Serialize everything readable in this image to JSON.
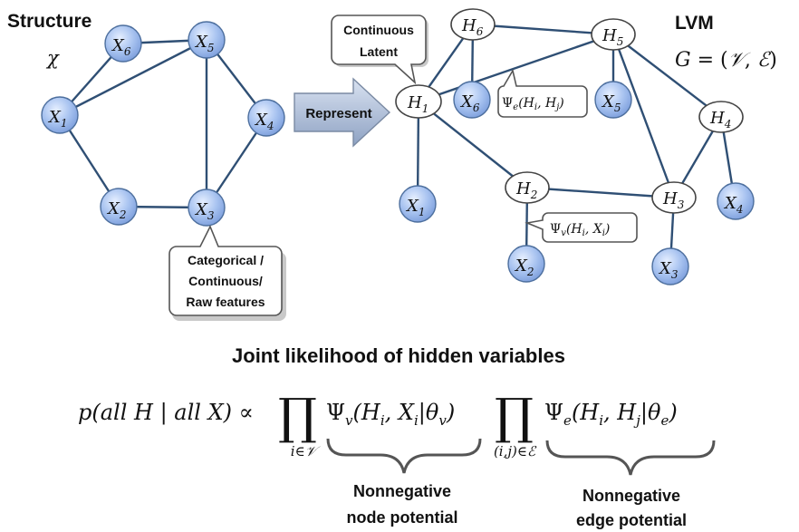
{
  "left_panel": {
    "title": "Structure",
    "symbol": "χ",
    "nodes": [
      {
        "id": "x6",
        "base": "X",
        "sub": "6"
      },
      {
        "id": "x5",
        "base": "X",
        "sub": "5"
      },
      {
        "id": "x1",
        "base": "X",
        "sub": "1"
      },
      {
        "id": "x4",
        "base": "X",
        "sub": "4"
      },
      {
        "id": "x2",
        "base": "X",
        "sub": "2"
      },
      {
        "id": "x3",
        "base": "X",
        "sub": "3"
      }
    ],
    "callout": {
      "line1": "Categorical /",
      "line2": "Continuous/",
      "line3": "Raw features"
    }
  },
  "arrow_label": "Represent",
  "right_panel": {
    "title": "LVM",
    "formula": {
      "lhs": "G",
      "eq": " = (",
      "v": "𝒱",
      "comma": ", ",
      "e": "ℰ",
      "close": ")"
    },
    "latent_callout": {
      "line1": "Continuous",
      "line2": "Latent"
    },
    "hidden_nodes": [
      {
        "id": "h1",
        "base": "H",
        "sub": "1"
      },
      {
        "id": "h2",
        "base": "H",
        "sub": "2"
      },
      {
        "id": "h3",
        "base": "H",
        "sub": "3"
      },
      {
        "id": "h4",
        "base": "H",
        "sub": "4"
      },
      {
        "id": "h5",
        "base": "H",
        "sub": "5"
      },
      {
        "id": "h6",
        "base": "H",
        "sub": "6"
      }
    ],
    "observed_nodes": [
      {
        "id": "x1",
        "base": "X",
        "sub": "1"
      },
      {
        "id": "x2",
        "base": "X",
        "sub": "2"
      },
      {
        "id": "x3",
        "base": "X",
        "sub": "3"
      },
      {
        "id": "x4",
        "base": "X",
        "sub": "4"
      },
      {
        "id": "x5",
        "base": "X",
        "sub": "5"
      },
      {
        "id": "x6",
        "base": "X",
        "sub": "6"
      }
    ],
    "edge_potential_label": {
      "psi": "Ψ",
      "sub": "e",
      "args": "(H",
      "a_sub": "i",
      "mid": ", H",
      "b_sub": "j",
      "close": ")"
    },
    "node_potential_label": {
      "psi": "Ψ",
      "sub": "v",
      "args": "(H",
      "a_sub": "i",
      "mid": ", X",
      "b_sub": "i",
      "close": ")"
    }
  },
  "equation": {
    "heading": "Joint likelihood of hidden variables",
    "lhs": "p(all H | all X) ∝",
    "prod_symbol": "∏",
    "prod1_index": "i∈𝒱",
    "term1": "Ψ",
    "term1_sub": "v",
    "term1_args": "(H",
    "term1_a": "i",
    "term1_mid": ", X",
    "term1_b": "i",
    "term1_bar": "|θ",
    "term1_theta": "v",
    "term1_close": ")",
    "prod2_index": "(i,j)∈ℰ",
    "term2": "Ψ",
    "term2_sub": "e",
    "term2_args": "(H",
    "term2_a": "i",
    "term2_mid": ", H",
    "term2_b": "j",
    "term2_bar": "|θ",
    "term2_theta": "e",
    "term2_close": ")",
    "brace1": {
      "line1": "Nonnegative",
      "line2": "node potential"
    },
    "brace2": {
      "line1": "Nonnegative",
      "line2": "edge potential"
    }
  }
}
